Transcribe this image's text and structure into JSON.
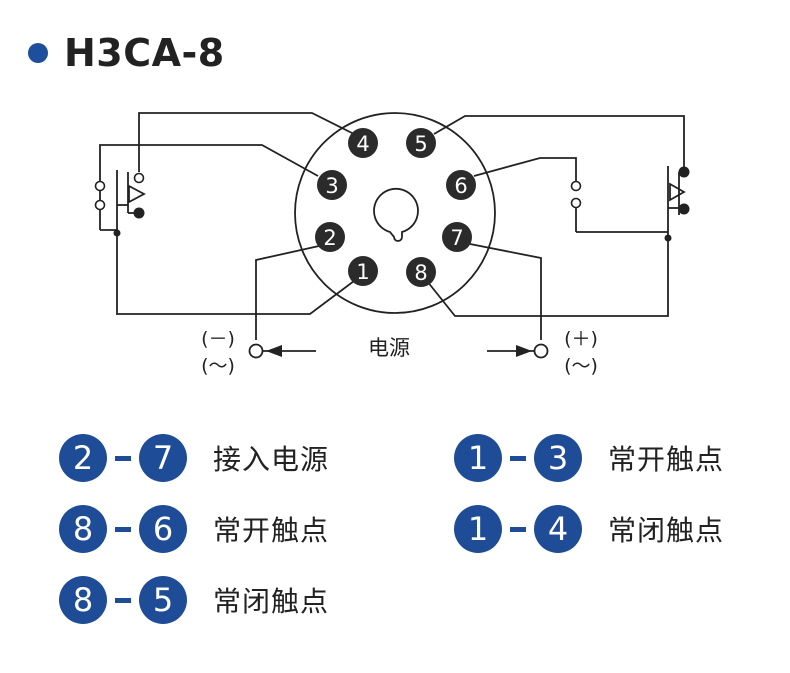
{
  "title": "H3CA-8",
  "pins": [
    "1",
    "2",
    "3",
    "4",
    "5",
    "6",
    "7",
    "8"
  ],
  "power_label": "电源",
  "left_polarity": {
    "dc": "(－)",
    "ac": "(～)"
  },
  "right_polarity": {
    "dc": "(＋)",
    "ac": "(～)"
  },
  "legend": [
    {
      "a": "2",
      "b": "7",
      "desc": "接入电源"
    },
    {
      "a": "1",
      "b": "3",
      "desc": "常开触点"
    },
    {
      "a": "8",
      "b": "6",
      "desc": "常开触点"
    },
    {
      "a": "1",
      "b": "4",
      "desc": "常闭触点"
    },
    {
      "a": "8",
      "b": "5",
      "desc": "常闭触点"
    }
  ],
  "colors": {
    "accent": "#1f4c97",
    "pin_fill": "#2b2b2b",
    "line": "#222222"
  }
}
